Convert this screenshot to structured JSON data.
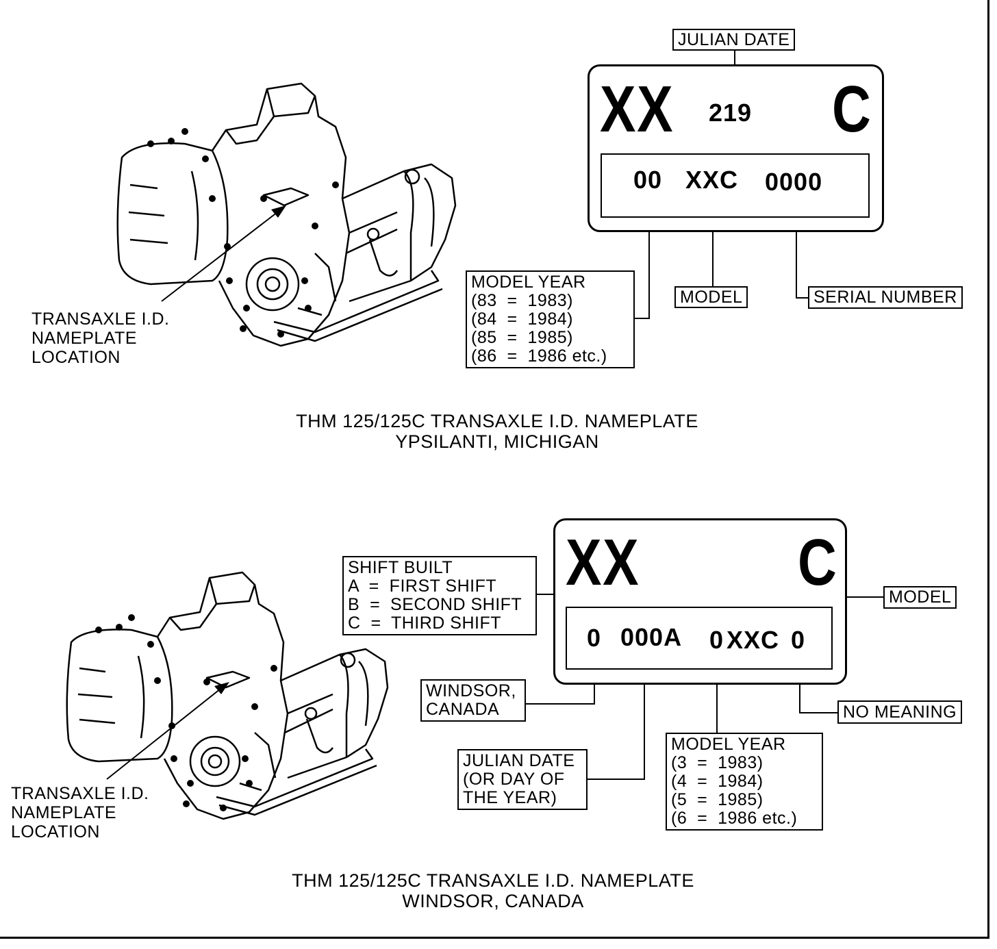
{
  "top": {
    "julian_date_label": "JULIAN DATE",
    "plate_prefix": "XX",
    "plate_julian": "219",
    "plate_suffix": "C",
    "code_year": "00",
    "code_model": "XXC",
    "code_serial": "0000",
    "model_year_lines": [
      "MODEL YEAR",
      "(83  =  1983)",
      "(84  =  1984)",
      "(85  =  1985)",
      "(86  =  1986 etc.)"
    ],
    "model_label": "MODEL",
    "serial_label": "SERIAL NUMBER",
    "location_lines": [
      "TRANSAXLE I.D.",
      "NAMEPLATE",
      "LOCATION"
    ],
    "caption_line1": "THM 125/125C TRANSAXLE I.D. NAMEPLATE",
    "caption_line2": "YPSILANTI, MICHIGAN"
  },
  "bottom": {
    "plate_prefix": "XX",
    "plate_suffix": "C",
    "shift_lines": [
      "SHIFT BUILT",
      "A  =  FIRST SHIFT",
      "B  =  SECOND SHIFT",
      "C  =  THIRD SHIFT"
    ],
    "model_label": "MODEL",
    "code_plant": "0",
    "code_julian": "000A",
    "code_year": "0",
    "code_model": "XXC",
    "code_last": "0",
    "windsor_lines": [
      "WINDSOR,",
      "CANADA"
    ],
    "no_meaning_label": "NO MEANING",
    "julian_lines": [
      "JULIAN DATE",
      "(OR DAY OF",
      "THE YEAR)"
    ],
    "model_year_lines": [
      "MODEL YEAR",
      "(3  =  1983)",
      "(4  =  1984)",
      "(5  =  1985)",
      "(6  =  1986 etc.)"
    ],
    "location_lines": [
      "TRANSAXLE I.D.",
      "NAMEPLATE",
      "LOCATION"
    ],
    "caption_line1": "THM 125/125C TRANSAXLE I.D. NAMEPLATE",
    "caption_line2": "WINDSOR, CANADA"
  }
}
